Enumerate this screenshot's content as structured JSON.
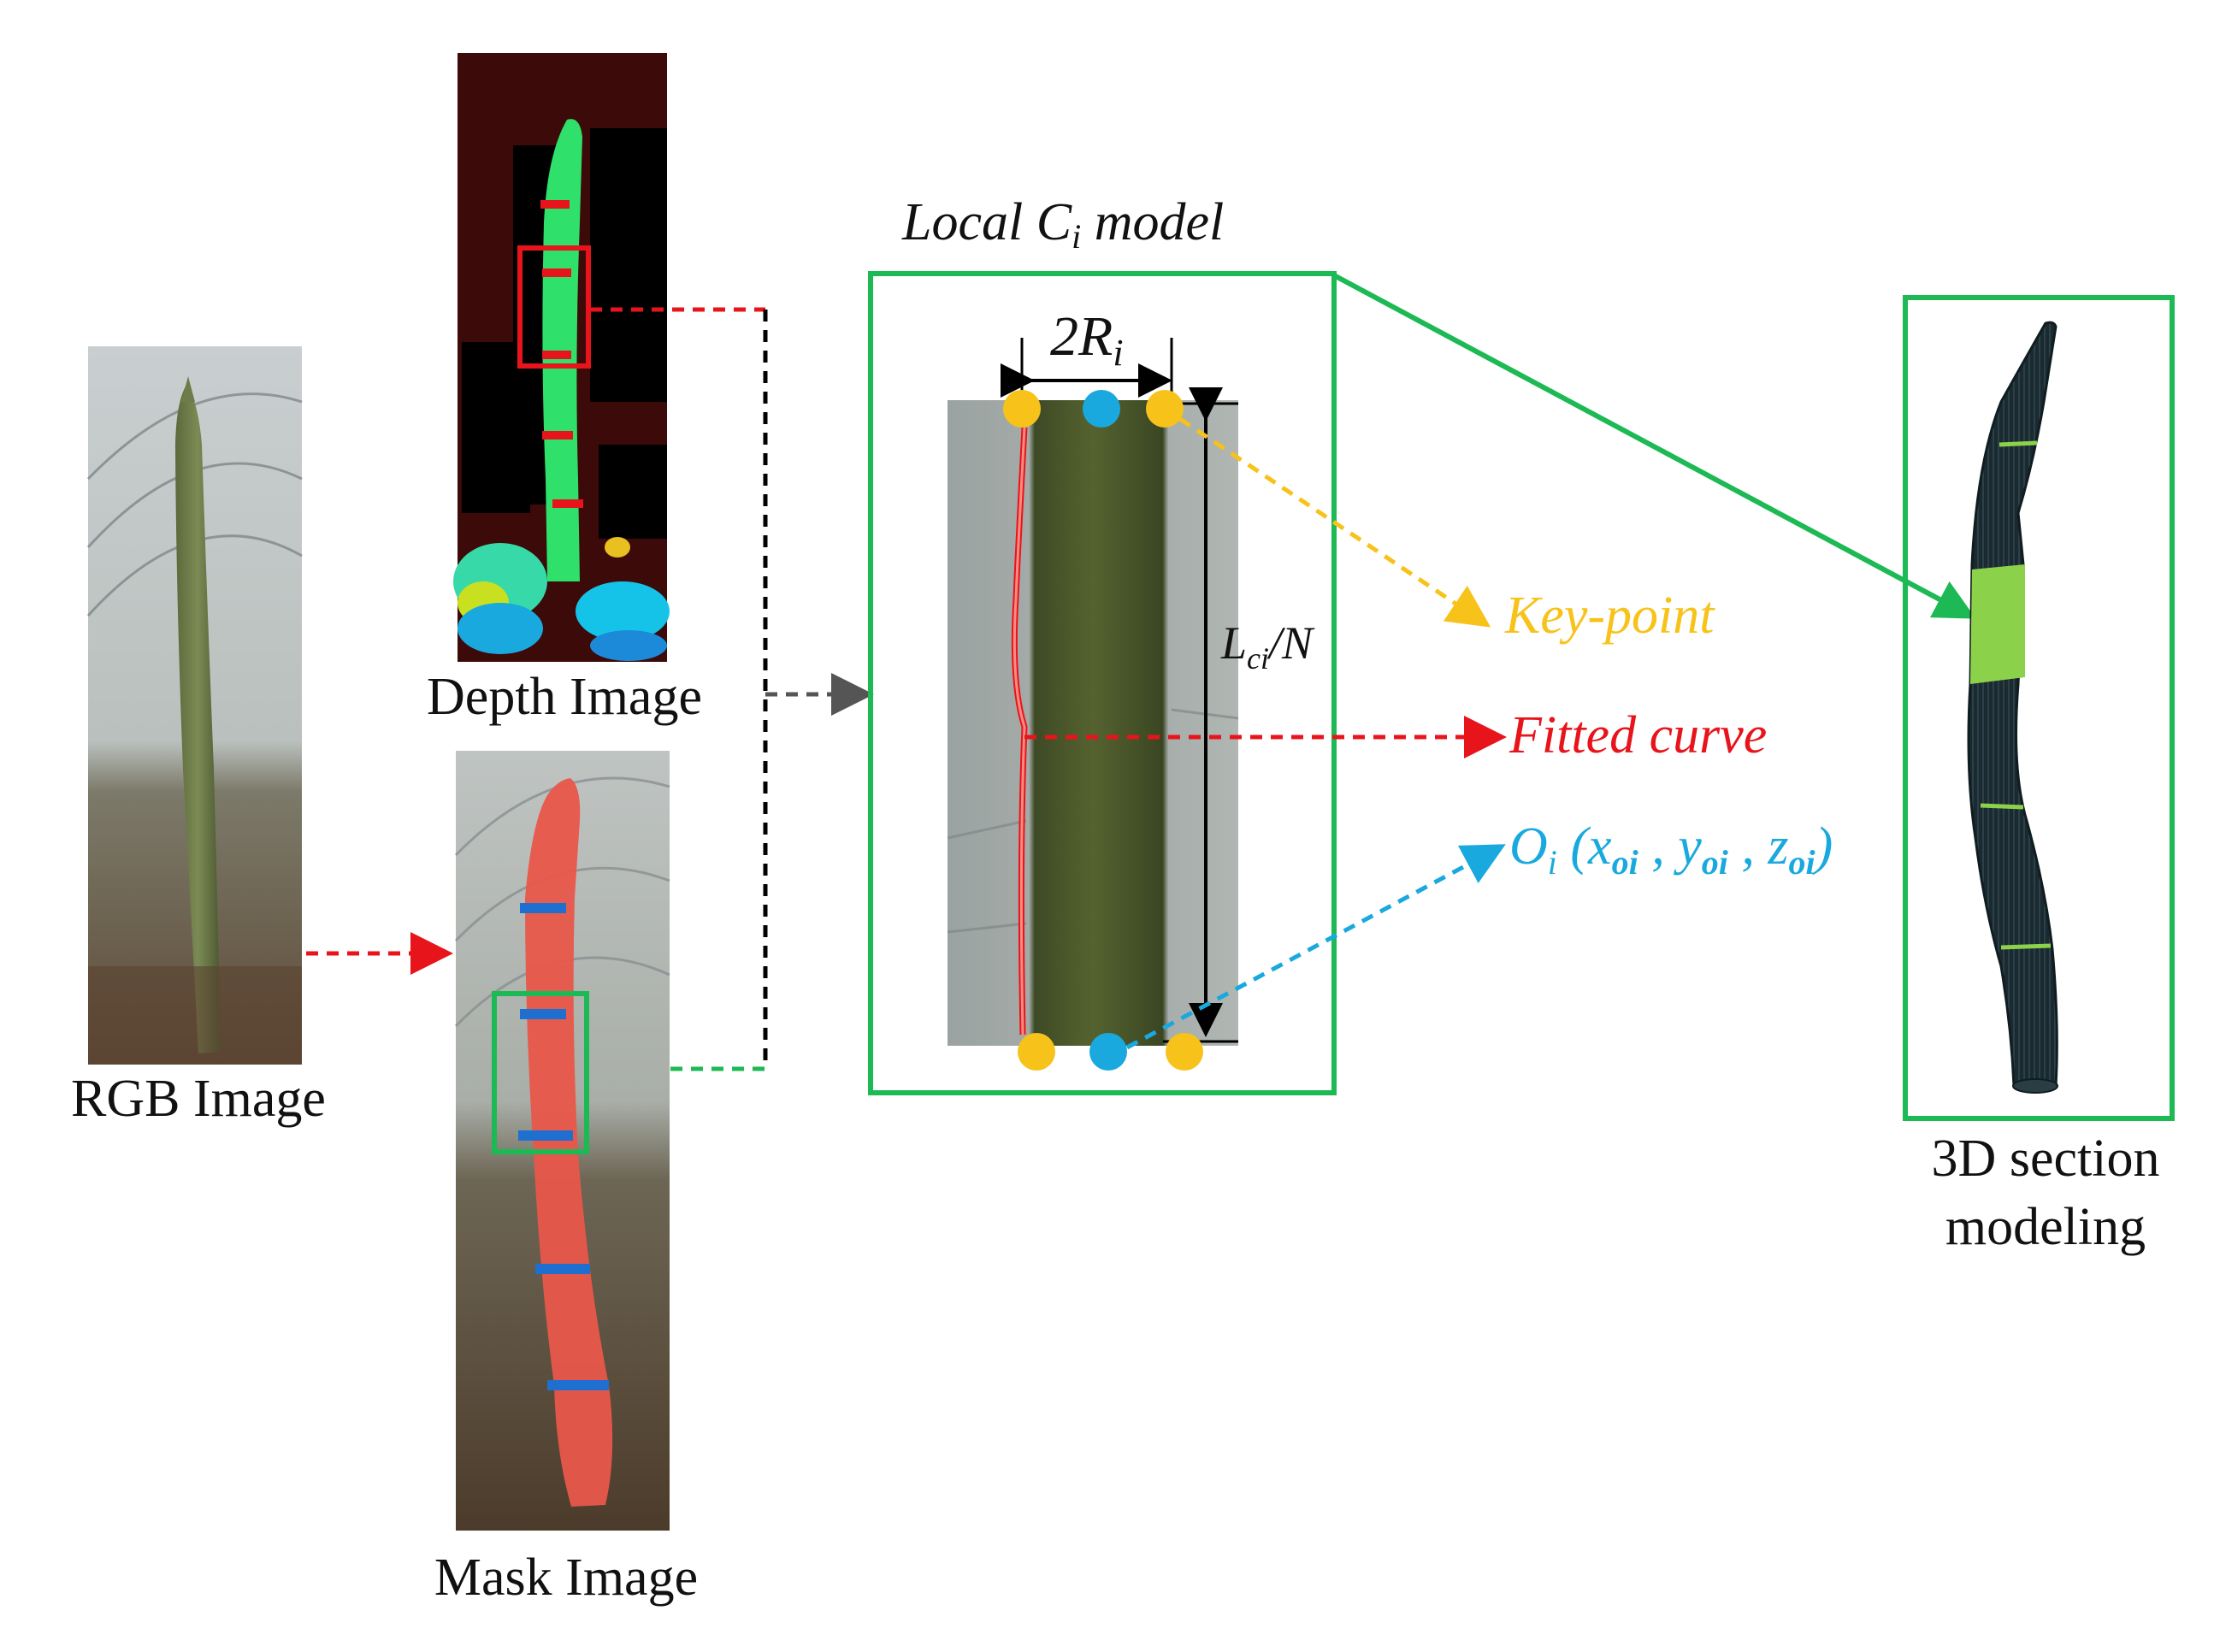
{
  "labels": {
    "rgb": "RGB Image",
    "depth": "Depth Image",
    "mask": "Mask Image",
    "local_model": "Local C",
    "local_model_sub": "i",
    "local_model_tail": " model",
    "width": "2R",
    "width_sub": "i",
    "length": "L",
    "length_sub": "ci",
    "length_tail": "/N",
    "keypoint": "Key-point",
    "fitted": "Fitted curve",
    "center_O": "O",
    "center_O_sub": "i",
    "center_open": " (x",
    "center_x_sub": "oi",
    "center_y": " , y",
    "center_y_sub": "oi",
    "center_z": " , z",
    "center_z_sub": "oi",
    "center_close": ")",
    "section_line1": "3D section",
    "section_line2": "modeling"
  },
  "colors": {
    "green_frame": "#1db954",
    "red_arrow": "#e8141b",
    "yellow": "#f7c21a",
    "cyan": "#1aa9de",
    "blue_mark": "#1f6fd1",
    "mask_red": "#e8574a",
    "stem_green": "#3b4a22",
    "mesh": "#1b2a30",
    "section_green": "#8bd14a"
  },
  "icons": [
    "keypoint-dot-icon",
    "center-dot-icon",
    "arrow-icon"
  ]
}
